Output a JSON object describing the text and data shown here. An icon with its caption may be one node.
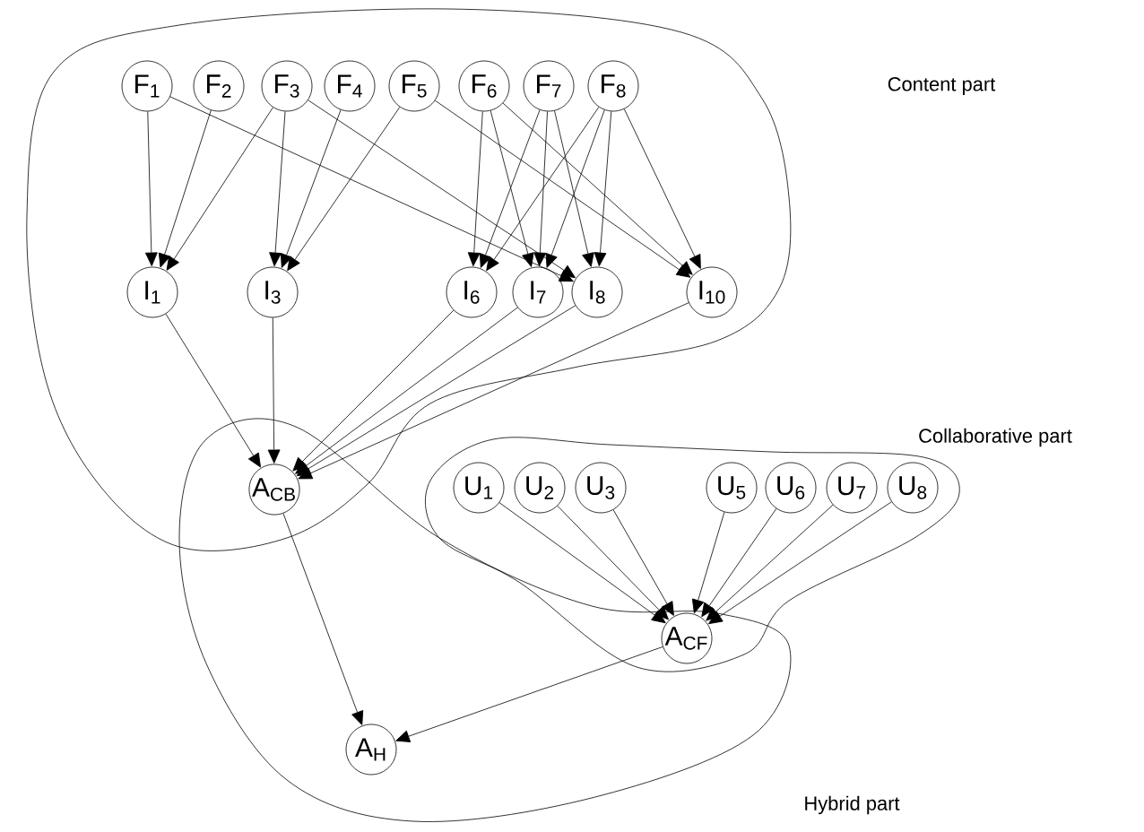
{
  "diagram": {
    "nodes": [
      {
        "text": [
          "Content part"
        ]
      },
      {
        "text": [
          "Collaborative part"
        ]
      },
      {
        "text": [
          "Hybrid part"
        ]
      },
      {
        "text": [
          "F$_{1}$"
        ],
        "in": 0
      },
      {
        "text": [
          "F$_{2}$"
        ],
        "in": 0
      },
      {
        "text": [
          "F$_{3}$"
        ],
        "in": 0
      },
      {
        "text": [
          "F$_{4}$"
        ],
        "in": 0
      },
      {
        "text": [
          "F$_{5}$"
        ],
        "in": 0
      },
      {
        "text": [
          "F$_{6}$"
        ],
        "in": 0
      },
      {
        "text": [
          "F$_{7}$"
        ],
        "in": 0
      },
      {
        "text": [
          "F$_{8}$"
        ],
        "in": 0
      },
      {
        "text": [
          "I$_{1}$"
        ],
        "in": 0
      },
      {
        "text": [
          "I$_{3}$"
        ],
        "in": 0
      },
      {
        "text": [
          "I$_{6}$"
        ],
        "in": 0
      },
      {
        "text": [
          "I$_{7}$"
        ],
        "in": 0
      },
      {
        "text": [
          "I$_{8}$"
        ],
        "in": 0
      },
      {
        "text": [
          "I$_{10}$"
        ],
        "in": 0
      },
      {
        "text": [
          "A$_{CB}$"
        ]
      },
      {
        "text": [
          "U$_{1}$"
        ],
        "in": 1
      },
      {
        "text": [
          "U$_{2}$"
        ],
        "in": 1
      },
      {
        "text": [
          "U$_{3}$"
        ],
        "in": 1
      },
      {
        "text": [
          "U$_{5}$"
        ],
        "in": 1
      },
      {
        "text": [
          "U$_{6}$"
        ],
        "in": 1
      },
      {
        "text": [
          "U$_{7}$"
        ],
        "in": 1
      },
      {
        "text": [
          "U$_{8}$"
        ],
        "in": 1
      },
      {
        "text": [
          "A$_{CF}$"
        ]
      },
      {
        "text": [
          "A$_{H}$"
        ],
        "in": 2
      }
    ],
    "edges": [
      {
        "from": 3,
        "to": 11,
        "arrow": "to"
      },
      {
        "from": 3,
        "to": 15,
        "arrow": "to"
      },
      {
        "from": 4,
        "to": 11,
        "arrow": "to"
      },
      {
        "from": 5,
        "to": 11,
        "arrow": "to"
      },
      {
        "from": 5,
        "to": 12,
        "arrow": "to"
      },
      {
        "from": 5,
        "to": 15,
        "arrow": "to"
      },
      {
        "from": 6,
        "to": 12,
        "arrow": "to"
      },
      {
        "from": 7,
        "to": 12,
        "arrow": "to"
      },
      {
        "from": 7,
        "to": 16,
        "arrow": "to"
      },
      {
        "from": 8,
        "to": 13,
        "arrow": "to"
      },
      {
        "from": 8,
        "to": 14,
        "arrow": "to"
      },
      {
        "from": 8,
        "to": 16,
        "arrow": "to"
      },
      {
        "from": 9,
        "to": 13,
        "arrow": "to"
      },
      {
        "from": 9,
        "to": 14,
        "arrow": "to"
      },
      {
        "from": 9,
        "to": 15,
        "arrow": "to"
      },
      {
        "from": 10,
        "to": 13,
        "arrow": "to"
      },
      {
        "from": 10,
        "to": 14,
        "arrow": "to"
      },
      {
        "from": 10,
        "to": 15,
        "arrow": "to"
      },
      {
        "from": 10,
        "to": 16,
        "arrow": "to"
      },
      {
        "from": 11,
        "to": 17,
        "arrow": "to"
      },
      {
        "from": 12,
        "to": 17,
        "arrow": "to"
      },
      {
        "from": 13,
        "to": 17,
        "arrow": "to"
      },
      {
        "from": 14,
        "to": 17,
        "arrow": "to"
      },
      {
        "from": 15,
        "to": 17,
        "arrow": "to"
      },
      {
        "from": 16,
        "to": 17,
        "arrow": "to"
      },
      {
        "from": 18,
        "to": 25,
        "arrow": "to"
      },
      {
        "from": 19,
        "to": 25,
        "arrow": "to"
      },
      {
        "from": 20,
        "to": 25,
        "arrow": "to"
      },
      {
        "from": 21,
        "to": 25,
        "arrow": "to"
      },
      {
        "from": 22,
        "to": 25,
        "arrow": "to"
      },
      {
        "from": 23,
        "to": 25,
        "arrow": "to"
      },
      {
        "from": 24,
        "to": 25,
        "arrow": "to"
      },
      {
        "from": 17,
        "to": 26,
        "arrow": "to"
      },
      {
        "from": 25,
        "to": 26,
        "arrow": "to"
      }
    ]
  }
}
